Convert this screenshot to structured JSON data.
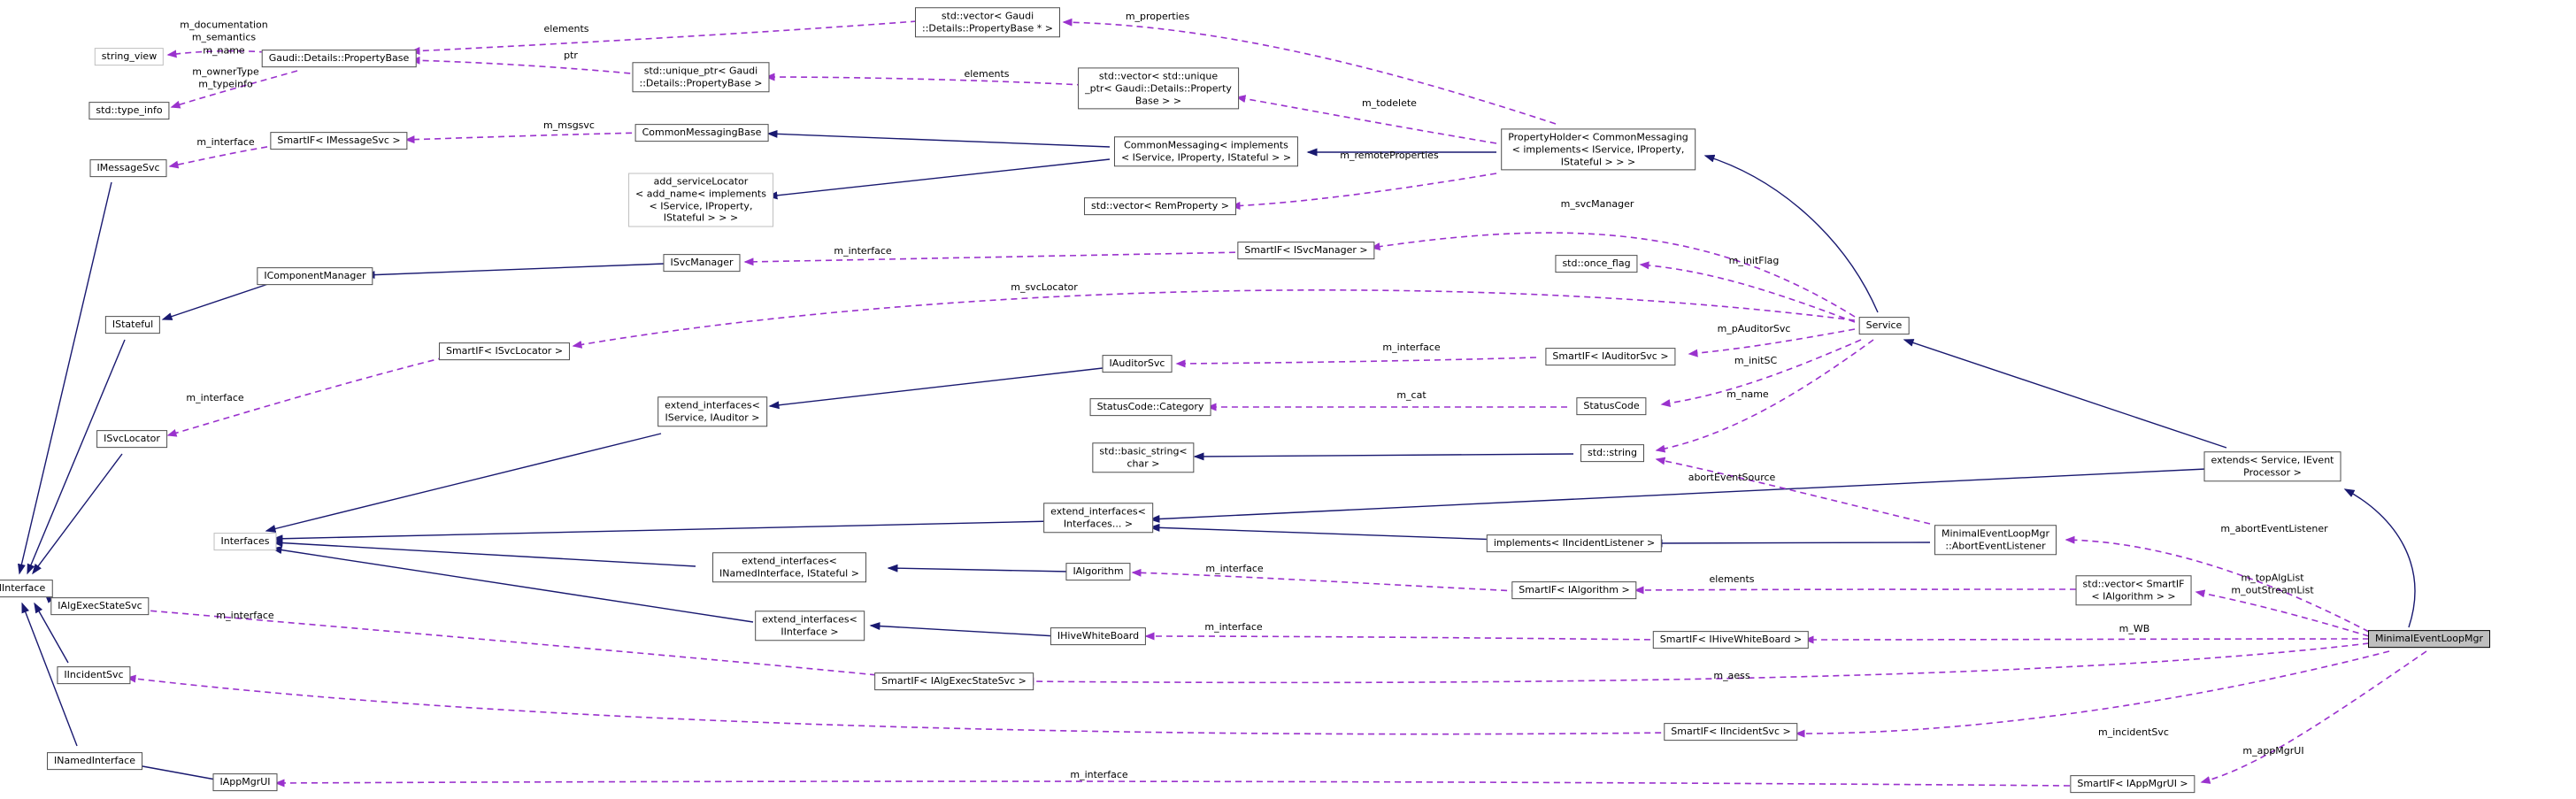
{
  "diagram": {
    "type": "doxygen-collaboration-graph",
    "subject": "MinimalEventLoopMgr",
    "colors": {
      "inheritance_edge": "#191970",
      "usage_edge": "#9a32cd",
      "highlight_fill": "#bfbfbf",
      "box_border": "#4d4d4d",
      "template_border": "#bfbfbf"
    },
    "nodes": [
      {
        "id": "string_view",
        "label": "string_view"
      },
      {
        "id": "property_base",
        "label": "Gaudi::Details::PropertyBase"
      },
      {
        "id": "type_info",
        "label": "std::type_info"
      },
      {
        "id": "smartif_imessagesvc",
        "label": "SmartIF< IMessageSvc >"
      },
      {
        "id": "imessagesvc",
        "label": "IMessageSvc"
      },
      {
        "id": "vector_propertybase_ptr",
        "label": "std::vector< Gaudi\n::Details::PropertyBase * >"
      },
      {
        "id": "unique_ptr_propertybase",
        "label": "std::unique_ptr< Gaudi\n::Details::PropertyBase >"
      },
      {
        "id": "vector_unique_ptr",
        "label": "std::vector< std::unique\n_ptr< Gaudi::Details::Property\nBase > >"
      },
      {
        "id": "common_messaging_base",
        "label": "CommonMessagingBase"
      },
      {
        "id": "add_servicelocator",
        "label": "add_serviceLocator\n< add_name< implements\n< IService, IProperty,\nIStateful > > >"
      },
      {
        "id": "common_messaging",
        "label": "CommonMessaging< implements\n< IService, IProperty, IStateful > >"
      },
      {
        "id": "vector_remproperty",
        "label": "std::vector< RemProperty >"
      },
      {
        "id": "property_holder",
        "label": "PropertyHolder< CommonMessaging\n< implements< IService, IProperty,\nIStateful > > >"
      },
      {
        "id": "smartif_isvcmanager",
        "label": "SmartIF< ISvcManager >"
      },
      {
        "id": "isvcmanager",
        "label": "ISvcManager"
      },
      {
        "id": "icomponentmanager",
        "label": "IComponentManager"
      },
      {
        "id": "once_flag",
        "label": "std::once_flag"
      },
      {
        "id": "service",
        "label": "Service"
      },
      {
        "id": "istateful",
        "label": "IStateful"
      },
      {
        "id": "smartif_isvclocator",
        "label": "SmartIF< ISvcLocator >"
      },
      {
        "id": "isvclocator",
        "label": "ISvcLocator"
      },
      {
        "id": "extend_iservice_iauditor",
        "label": "extend_interfaces<\nIService, IAuditor >"
      },
      {
        "id": "iauditorsvc",
        "label": "IAuditorSvc"
      },
      {
        "id": "smartif_iauditorsvc",
        "label": "SmartIF< IAuditorSvc >"
      },
      {
        "id": "statuscode_category",
        "label": "StatusCode::Category"
      },
      {
        "id": "statuscode",
        "label": "StatusCode"
      },
      {
        "id": "basic_string",
        "label": "std::basic_string<\nchar >"
      },
      {
        "id": "std_string",
        "label": "std::string"
      },
      {
        "id": "extends_service_ievent",
        "label": "extends< Service, IEvent\nProcessor >"
      },
      {
        "id": "interfaces",
        "label": "Interfaces"
      },
      {
        "id": "extend_interfaces_variadic",
        "label": "extend_interfaces<\nInterfaces... >"
      },
      {
        "id": "implements_iincidentlistener",
        "label": "implements< IIncidentListener >"
      },
      {
        "id": "abort_event_listener",
        "label": "MinimalEventLoopMgr\n::AbortEventListener"
      },
      {
        "id": "extend_inamed_istateful",
        "label": "extend_interfaces<\nINamedInterface, IStateful >"
      },
      {
        "id": "ialgorithm",
        "label": "IAlgorithm"
      },
      {
        "id": "smartif_ialgorithm",
        "label": "SmartIF< IAlgorithm >"
      },
      {
        "id": "vector_smartif_ialgorithm",
        "label": "std::vector< SmartIF\n< IAlgorithm > >"
      },
      {
        "id": "iinterface",
        "label": "IInterface"
      },
      {
        "id": "ialgexecstatesvc",
        "label": "IAlgExecStateSvc"
      },
      {
        "id": "extend_iinterface",
        "label": "extend_interfaces<\nIInterface >"
      },
      {
        "id": "ihivewhiteboard",
        "label": "IHiveWhiteBoard"
      },
      {
        "id": "smartif_ihivewhiteboard",
        "label": "SmartIF< IHiveWhiteBoard >"
      },
      {
        "id": "minimal_event_loop_mgr",
        "label": "MinimalEventLoopMgr"
      },
      {
        "id": "smartif_ialgexecstatesvc",
        "label": "SmartIF< IAlgExecStateSvc >"
      },
      {
        "id": "iincidentsvc",
        "label": "IIncidentSvc"
      },
      {
        "id": "smartif_iincidentsvc",
        "label": "SmartIF< IIncidentSvc >"
      },
      {
        "id": "inamedinterface",
        "label": "INamedInterface"
      },
      {
        "id": "iappmgrui",
        "label": "IAppMgrUI"
      },
      {
        "id": "smartif_iappmgrui",
        "label": "SmartIF< IAppMgrUI >"
      }
    ],
    "edge_labels": [
      {
        "id": "doc_sem_name",
        "text": "m_documentation\nm_semantics\nm_name"
      },
      {
        "id": "owner_typeinfo",
        "text": "m_ownerType\nm_typeinfo"
      },
      {
        "id": "elements_pb",
        "text": "elements"
      },
      {
        "id": "ptr",
        "text": "ptr"
      },
      {
        "id": "elements_uptr",
        "text": "elements"
      },
      {
        "id": "m_properties",
        "text": "m_properties"
      },
      {
        "id": "m_todelete",
        "text": "m_todelete"
      },
      {
        "id": "m_remoteProperties",
        "text": "m_remoteProperties"
      },
      {
        "id": "m_msgsvc",
        "text": "m_msgsvc"
      },
      {
        "id": "m_interface_imsg",
        "text": "m_interface"
      },
      {
        "id": "m_svcManager",
        "text": "m_svcManager"
      },
      {
        "id": "m_interface_isvcmgr",
        "text": "m_interface"
      },
      {
        "id": "m_initFlag",
        "text": "m_initFlag"
      },
      {
        "id": "m_pAuditorSvc",
        "text": "m_pAuditorSvc"
      },
      {
        "id": "m_initSC",
        "text": "m_initSC"
      },
      {
        "id": "m_name",
        "text": "m_name"
      },
      {
        "id": "m_svcLocator",
        "text": "m_svcLocator"
      },
      {
        "id": "m_interface_isvcloc",
        "text": "m_interface"
      },
      {
        "id": "m_interface_iauditor",
        "text": "m_interface"
      },
      {
        "id": "m_cat",
        "text": "m_cat"
      },
      {
        "id": "abortEventSource",
        "text": "abortEventSource"
      },
      {
        "id": "m_abortEventListener",
        "text": "m_abortEventListener"
      },
      {
        "id": "elements_alg",
        "text": "elements"
      },
      {
        "id": "m_interface_ialg",
        "text": "m_interface"
      },
      {
        "id": "m_topAlgList_outStream",
        "text": "m_topAlgList\nm_outStreamList"
      },
      {
        "id": "m_WB",
        "text": "m_WB"
      },
      {
        "id": "m_interface_ihwb",
        "text": "m_interface"
      },
      {
        "id": "m_aess",
        "text": "m_aess"
      },
      {
        "id": "m_interface_iaess",
        "text": "m_interface"
      },
      {
        "id": "m_incidentSvc",
        "text": "m_incidentSvc"
      },
      {
        "id": "m_appMgrUI",
        "text": "m_appMgrUI"
      },
      {
        "id": "m_interface_iappmgr",
        "text": "m_interface"
      }
    ]
  }
}
